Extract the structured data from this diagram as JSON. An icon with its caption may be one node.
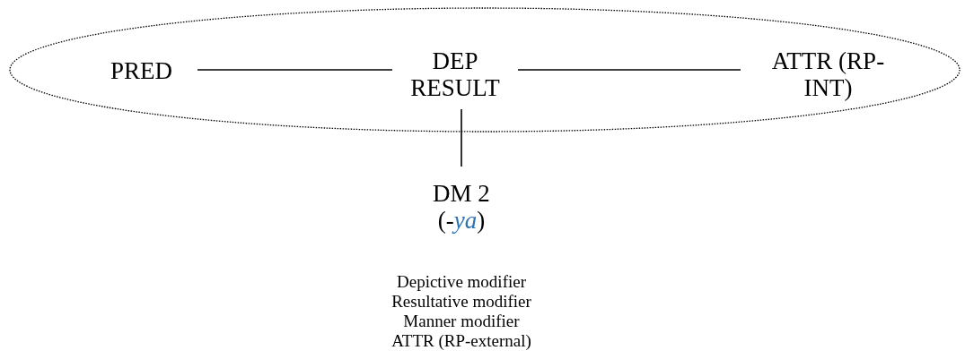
{
  "diagram": {
    "nodes": [
      {
        "text": [],
        "shape": "ellipse"
      },
      {
        "text": [
          "PRED"
        ],
        "in": 0
      },
      {
        "text": [
          "DEP RESULT"
        ],
        "in": 0
      },
      {
        "text": [
          "ATTR (RP-INT)"
        ],
        "in": 0
      },
      {
        "text": [
          "DM 2",
          "(-*ya*)"
        ]
      }
    ],
    "edges": [
      {
        "from": 1,
        "to": 2,
        "arrow": "none"
      },
      {
        "from": 2,
        "to": 3,
        "arrow": "none"
      },
      {
        "from": 2,
        "to": 4,
        "arrow": "none"
      }
    ],
    "labels": [
      "Depictive modifier",
      "Resultative modifier",
      "Manner modifier",
      "ATTR (RP-external)"
    ]
  }
}
